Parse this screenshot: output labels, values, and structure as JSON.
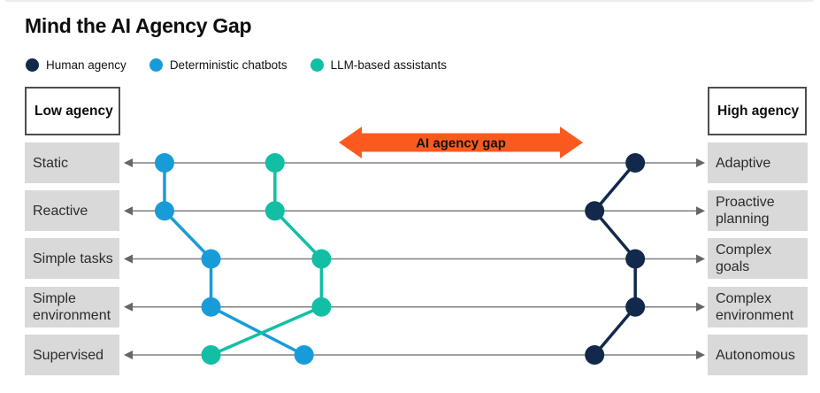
{
  "page": {
    "title": "Mind the AI Agency Gap"
  },
  "legend": {
    "items": [
      {
        "label": "Human agency",
        "color": "#12294B"
      },
      {
        "label": "Deterministic chatbots",
        "color": "#189CD9"
      },
      {
        "label": "LLM-based assistants",
        "color": "#12BFA4"
      }
    ]
  },
  "headers": {
    "left": "Low agency",
    "right": "High agency"
  },
  "rows": [
    {
      "left": "Static",
      "right": "Adaptive"
    },
    {
      "left": "Reactive",
      "right": "Proactive planning"
    },
    {
      "left": "Simple tasks",
      "right": "Complex goals"
    },
    {
      "left": "Simple environment",
      "right": "Complex environment"
    },
    {
      "left": "Supervised",
      "right": "Autonomous"
    }
  ],
  "chart_data": {
    "type": "line",
    "subtype": "horizontal-spectrum-rows",
    "title": "Mind the AI Agency Gap",
    "x_axis": {
      "label_low": "Low agency",
      "label_high": "High agency",
      "range": [
        0,
        100
      ],
      "grid": false
    },
    "rows": [
      {
        "low": "Static",
        "high": "Adaptive"
      },
      {
        "low": "Reactive",
        "high": "Proactive planning"
      },
      {
        "low": "Simple tasks",
        "high": "Complex goals"
      },
      {
        "low": "Simple environment",
        "high": "Complex environment"
      },
      {
        "low": "Supervised",
        "high": "Autonomous"
      }
    ],
    "series": [
      {
        "name": "Human agency",
        "color": "#12294B",
        "values": [
          88,
          81,
          88,
          88,
          81
        ]
      },
      {
        "name": "Deterministic chatbots",
        "color": "#189CD9",
        "values": [
          7,
          7,
          15,
          15,
          31
        ]
      },
      {
        "name": "LLM-based assistants",
        "color": "#12BFA4",
        "values": [
          26,
          26,
          34,
          34,
          15
        ]
      }
    ],
    "annotation_arrow": {
      "label": "AI agency gap",
      "x_from": 37,
      "x_to": 79,
      "color": "#FA5A1E"
    },
    "axis_line_color": "#808080",
    "arrowhead_color": "#666666",
    "band_color": "#d9d9d9"
  }
}
